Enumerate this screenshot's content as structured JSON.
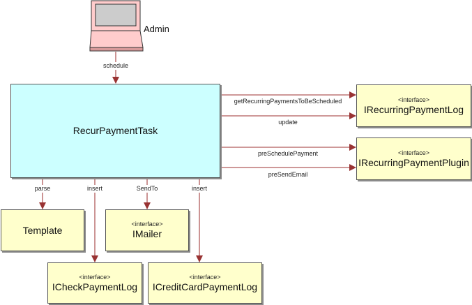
{
  "actor": {
    "name": "Admin",
    "icon": "laptop-icon"
  },
  "main_component": {
    "name": "RecurPaymentTask"
  },
  "interfaces": [
    {
      "id": "recurring-log",
      "stereotype": "<interface>",
      "name": "IRecurringPaymentLog"
    },
    {
      "id": "recurring-plugin",
      "stereotype": "<interface>",
      "name": "IRecurringPaymentPlugin"
    },
    {
      "id": "template",
      "stereotype": "",
      "name": "Template"
    },
    {
      "id": "mailer",
      "stereotype": "<interface>",
      "name": "IMailer"
    },
    {
      "id": "check-log",
      "stereotype": "<interface>",
      "name": "ICheckPaymentLog"
    },
    {
      "id": "creditcard-log",
      "stereotype": "<interface>",
      "name": "ICreditCardPaymentLog"
    }
  ],
  "connections": [
    {
      "from": "Admin",
      "to": "RecurPaymentTask",
      "label": "schedule"
    },
    {
      "from": "RecurPaymentTask",
      "to": "IRecurringPaymentLog",
      "label": "getRecurringPaymentsToBeScheduled"
    },
    {
      "from": "RecurPaymentTask",
      "to": "IRecurringPaymentLog",
      "label": "update"
    },
    {
      "from": "RecurPaymentTask",
      "to": "IRecurringPaymentPlugin",
      "label": "preSchedulePayment"
    },
    {
      "from": "RecurPaymentTask",
      "to": "IRecurringPaymentPlugin",
      "label": "preSendEmail"
    },
    {
      "from": "RecurPaymentTask",
      "to": "Template",
      "label": "parse"
    },
    {
      "from": "RecurPaymentTask",
      "to": "ICheckPaymentLog",
      "label": "insert"
    },
    {
      "from": "RecurPaymentTask",
      "to": "IMailer",
      "label": "SendTo"
    },
    {
      "from": "RecurPaymentTask",
      "to": "ICreditCardPaymentLog",
      "label": "insert"
    }
  ],
  "colors": {
    "main_fill": "#ccffff",
    "interface_fill": "#ffffcc",
    "arrow": "#993333",
    "actor_fill": "#ffcccc",
    "screen": "#cccccc"
  }
}
